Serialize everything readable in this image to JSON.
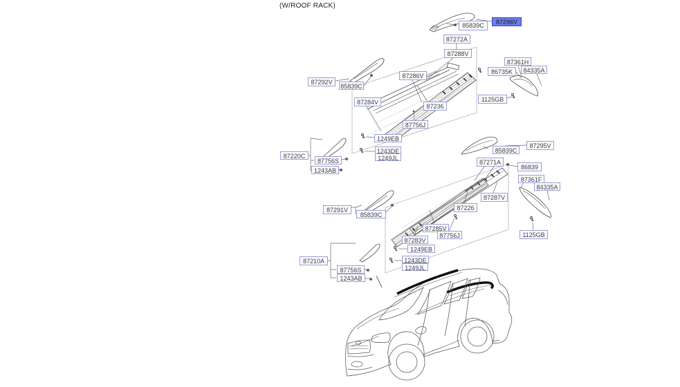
{
  "title": "(W/ROOF RACK)",
  "colors": {
    "label_border": "#959cd8",
    "label_fill": "#fcfcff",
    "label_text": "#3e3e3e",
    "highlight_fill": "#6e7ce9",
    "highlight_border": "#3347cd",
    "line": "#666666"
  },
  "labels": [
    {
      "text": "85839C"
    },
    {
      "text": "87296V",
      "highlighted": true
    },
    {
      "text": "87272A"
    },
    {
      "text": "87288V"
    },
    {
      "text": "87361H"
    },
    {
      "text": "86735K"
    },
    {
      "text": "84335A"
    },
    {
      "text": "87292V"
    },
    {
      "text": "85839C"
    },
    {
      "text": "87286V"
    },
    {
      "text": "87284V"
    },
    {
      "text": "87236"
    },
    {
      "text": "1125GB"
    },
    {
      "text": "87756J"
    },
    {
      "text": "1249EB"
    },
    {
      "text": "1243DE"
    },
    {
      "text": "1249JL"
    },
    {
      "text": "87220C"
    },
    {
      "text": "87756S"
    },
    {
      "text": "1243AB"
    },
    {
      "text": "87295V"
    },
    {
      "text": "85839C"
    },
    {
      "text": "87271A"
    },
    {
      "text": "86839"
    },
    {
      "text": "87361F"
    },
    {
      "text": "84335A"
    },
    {
      "text": "87287V"
    },
    {
      "text": "87226"
    },
    {
      "text": "87291V"
    },
    {
      "text": "85839C"
    },
    {
      "text": "87285V"
    },
    {
      "text": "87756J"
    },
    {
      "text": "87283V"
    },
    {
      "text": "1249EB"
    },
    {
      "text": "1243DE"
    },
    {
      "text": "1249JL"
    },
    {
      "text": "87210A"
    },
    {
      "text": "87756S"
    },
    {
      "text": "1243AB"
    },
    {
      "text": "1125GB"
    }
  ]
}
